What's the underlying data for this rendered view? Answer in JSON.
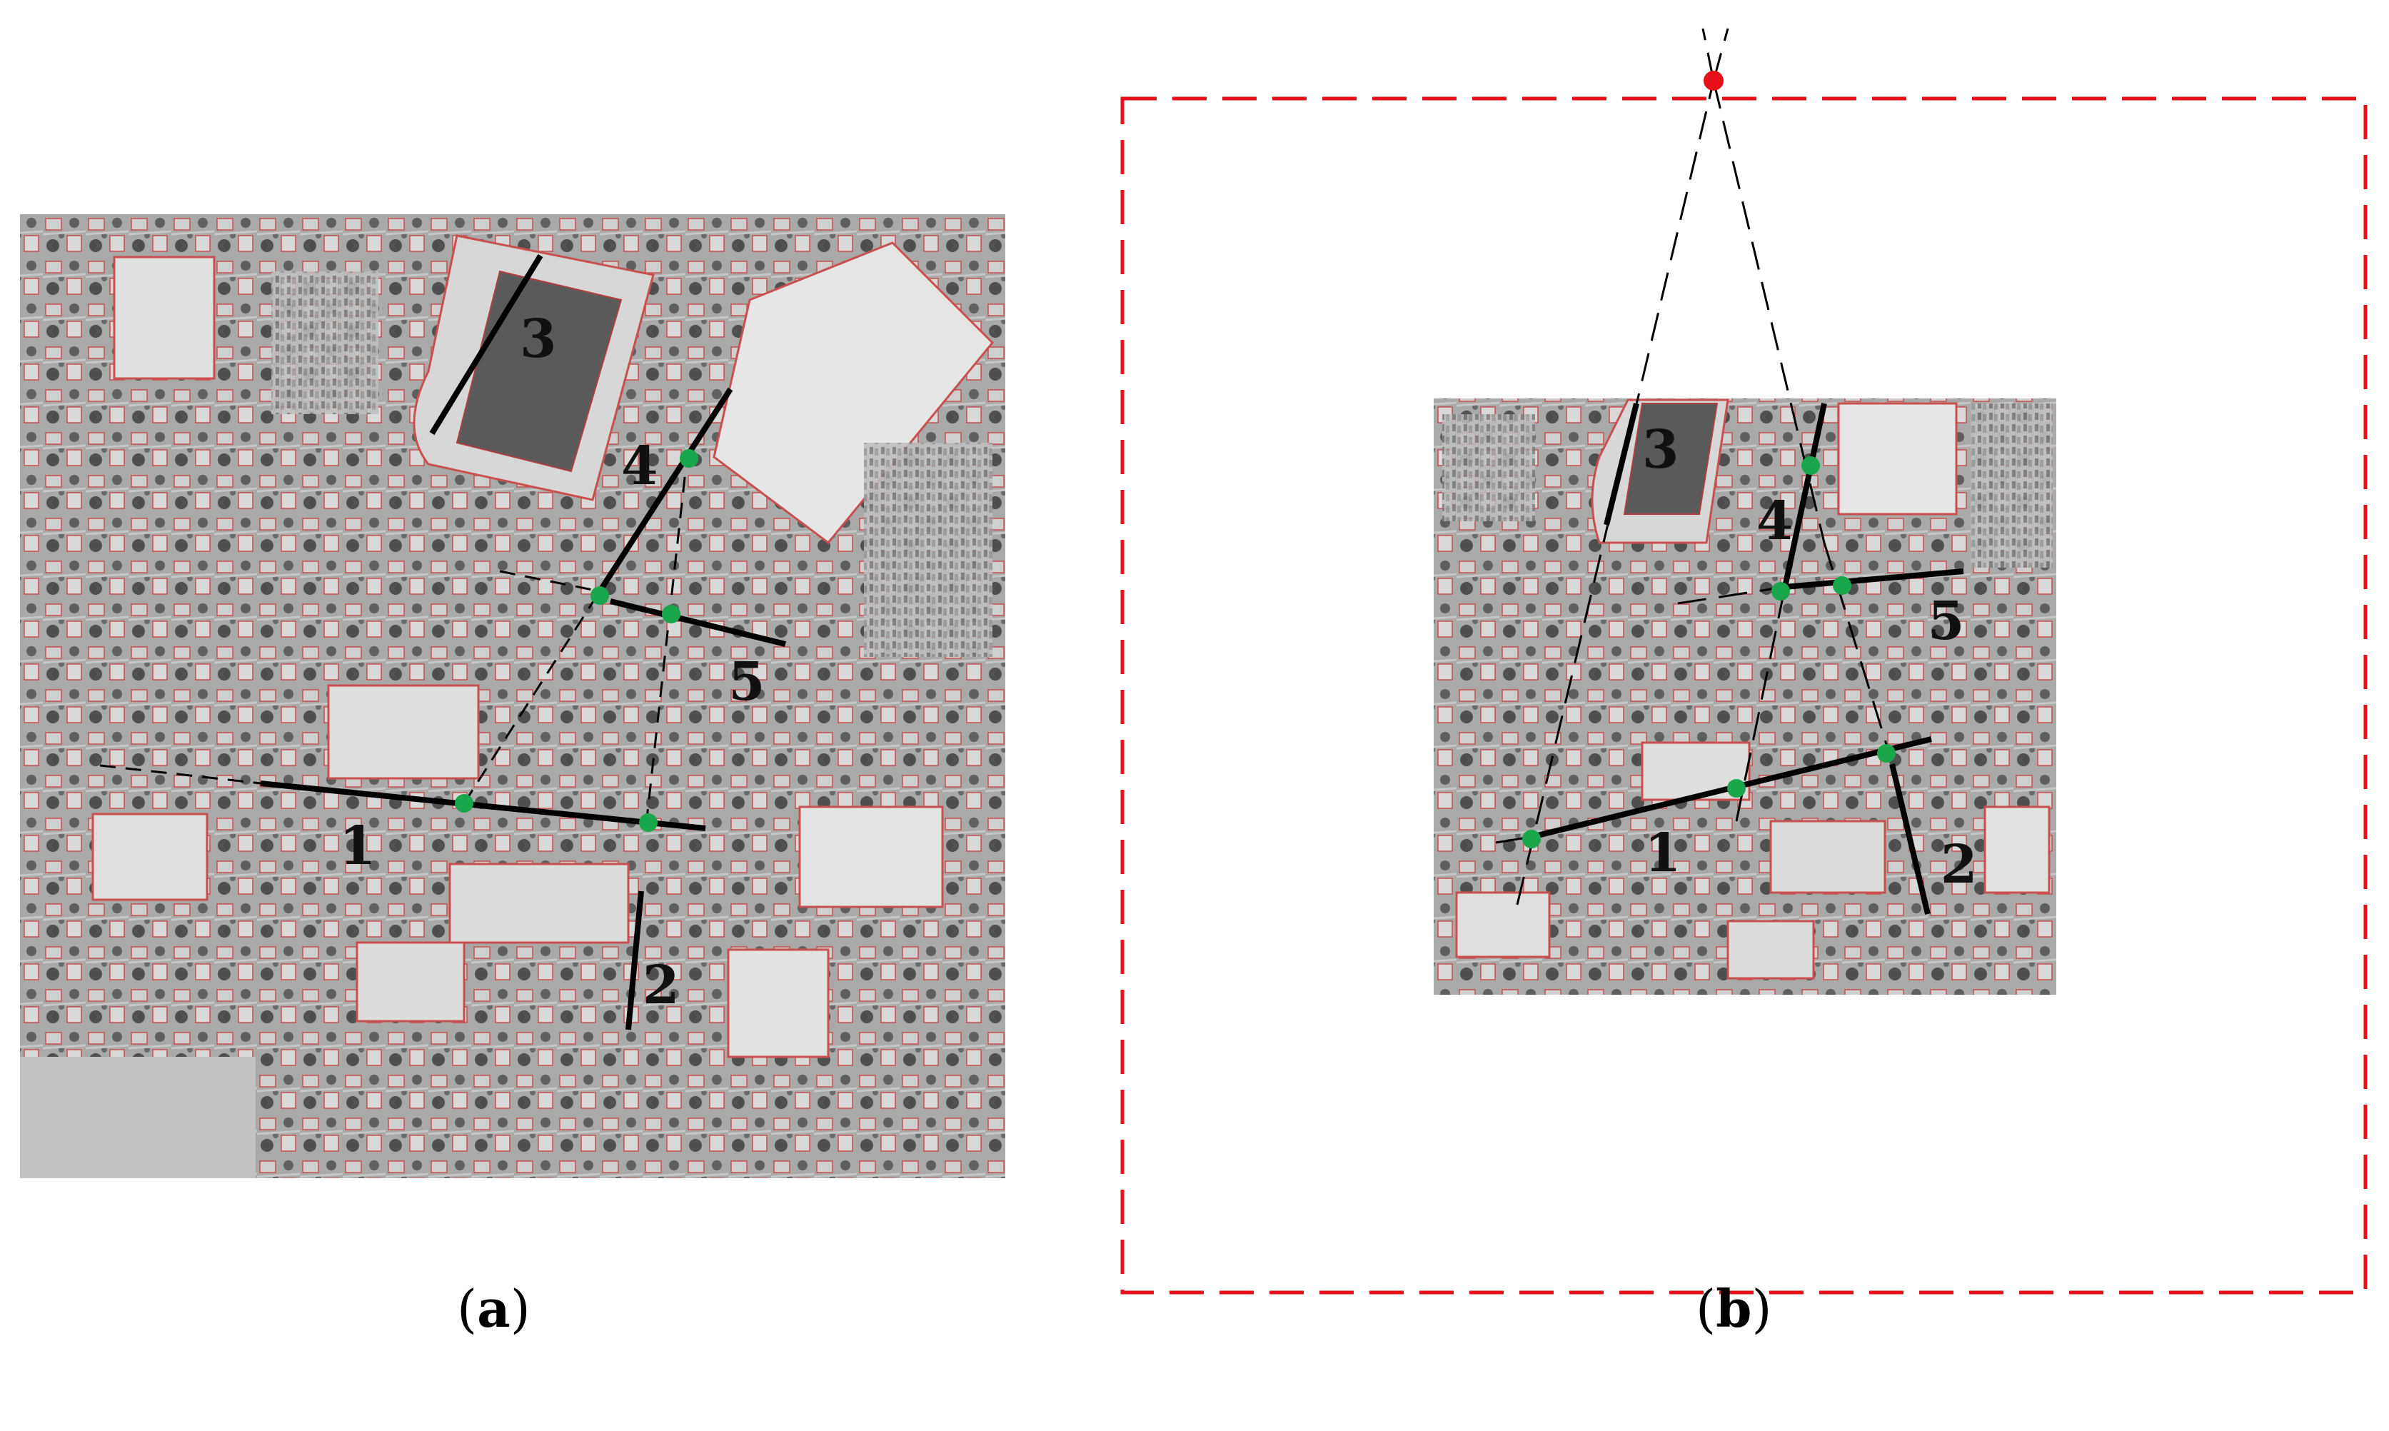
{
  "panels": [
    {
      "id": "a",
      "caption_open": "(",
      "caption_letter": "a",
      "caption_close": ")",
      "line_labels": [
        "1",
        "2",
        "3",
        "4",
        "5"
      ]
    },
    {
      "id": "b",
      "caption_open": "(",
      "caption_letter": "b",
      "caption_close": ")",
      "line_labels": [
        "1",
        "2",
        "3",
        "4",
        "5"
      ]
    }
  ],
  "colors": {
    "background": "#ffffff",
    "aerial_image_gray": "#8c8c8c",
    "building_outline": "#d04040",
    "line_segment": "#000000",
    "intersection_point": "#1aa64a",
    "vanishing_point": "#e8111a",
    "boundary_frame": "#e8111a"
  },
  "icons": {
    "intersection_marker": "green-dot",
    "vanishing_marker": "red-dot"
  }
}
